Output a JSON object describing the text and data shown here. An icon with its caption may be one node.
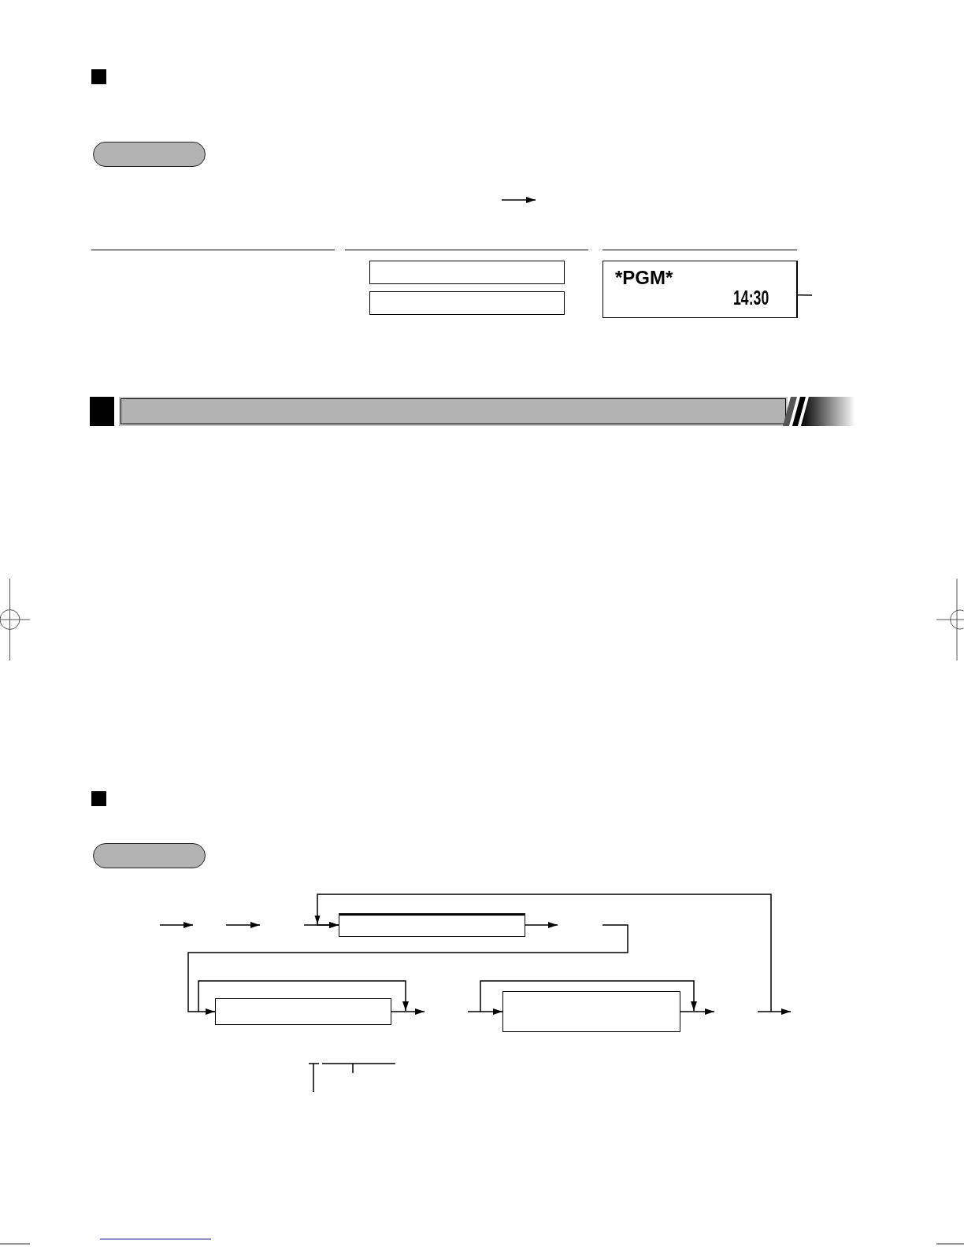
{
  "diagram": {
    "nodes": [
      {
        "text": [],
        "shape": "pill"
      },
      {
        "text": [],
        "shape": "box"
      },
      {
        "text": [],
        "shape": "box"
      },
      {
        "text": [
          "*PGM*",
          "14:30"
        ]
      },
      {
        "text": [],
        "shape": "pill"
      },
      {
        "text": [],
        "shape": "box"
      },
      {
        "text": [],
        "shape": "box"
      },
      {
        "text": [],
        "shape": "box"
      }
    ],
    "edges": [
      {
        "from": null,
        "to": 3,
        "arrow": "none"
      },
      {
        "from": null,
        "to": 5,
        "arrow": "to"
      },
      {
        "from": null,
        "to": 5,
        "arrow": "to"
      },
      {
        "from": 5,
        "to": null,
        "arrow": "to"
      },
      {
        "from": null,
        "to": 6,
        "arrow": "to"
      },
      {
        "from": 6,
        "to": null,
        "arrow": "to"
      },
      {
        "from": null,
        "to": 7,
        "arrow": "to"
      },
      {
        "from": 7,
        "to": null,
        "arrow": "to"
      }
    ]
  }
}
